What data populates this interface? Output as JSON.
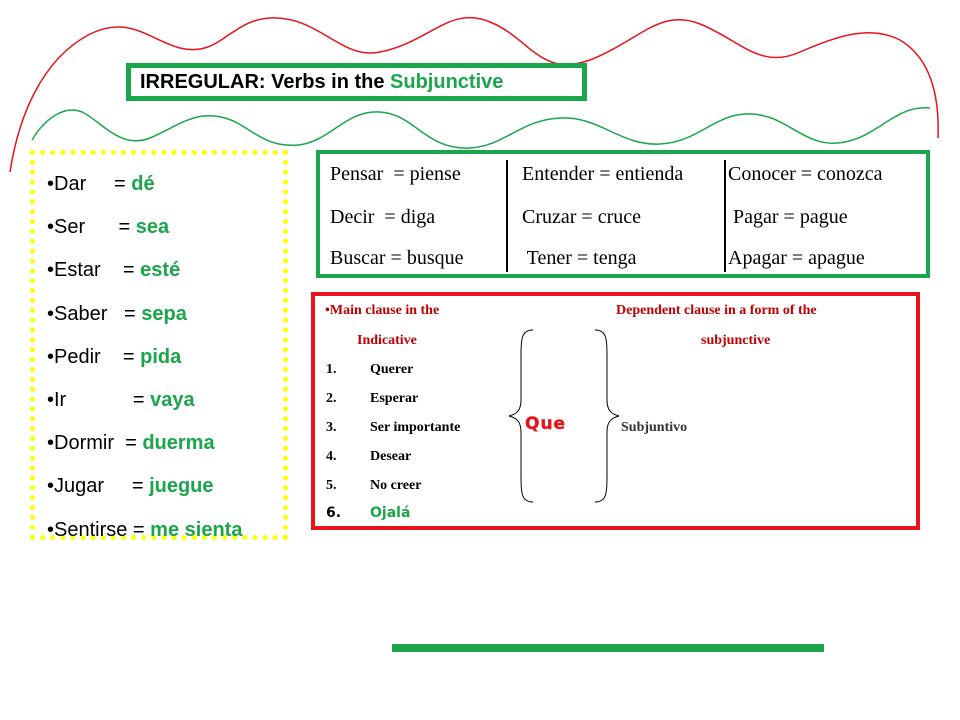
{
  "title": {
    "prefix": "IRREGULAR: Verbs in the ",
    "highlight": "Subjunctive"
  },
  "verb_list": [
    {
      "verb": "•Dar     = ",
      "form": "dé"
    },
    {
      "verb": "•Ser      = ",
      "form": "sea"
    },
    {
      "verb": "•Estar    = ",
      "form": "esté"
    },
    {
      "verb": "•Saber   = ",
      "form": "sepa"
    },
    {
      "verb": "•Pedir    = ",
      "form": "pida"
    },
    {
      "verb": "•Ir            = ",
      "form": "vaya"
    },
    {
      "verb": "•Dormir  = ",
      "form": "duerma"
    },
    {
      "verb": "•Jugar     = ",
      "form": "juegue"
    },
    {
      "verb": "•Sentirse = ",
      "form": "me sienta"
    }
  ],
  "spelling_table": [
    [
      "Pensar  = piense",
      "Entender = entienda",
      "Conocer = conozca"
    ],
    [
      "Decir  = diga",
      "Cruzar = cruce",
      " Pagar = pague"
    ],
    [
      "Buscar = busque",
      " Tener = tenga",
      "Apagar = apague"
    ]
  ],
  "clause_box": {
    "main_header_1": "•Main clause in the",
    "main_header_2": "Indicative",
    "dependent_header_1": "Dependent clause in a form of the",
    "dependent_header_2": "subjunctive",
    "items": [
      {
        "num": "1.",
        "text": "Querer"
      },
      {
        "num": "2.",
        "text": "Esperar"
      },
      {
        "num": "3.",
        "text": "Ser importante"
      },
      {
        "num": "4.",
        "text": "Desear"
      },
      {
        "num": "5.",
        "text": "No creer"
      },
      {
        "num": "6.",
        "text": "Ojalá"
      }
    ],
    "connector": "Que",
    "result": "Subjuntivo"
  },
  "colors": {
    "green": "#1aa64a",
    "red": "#e8131b",
    "yellow": "#ffff00"
  }
}
